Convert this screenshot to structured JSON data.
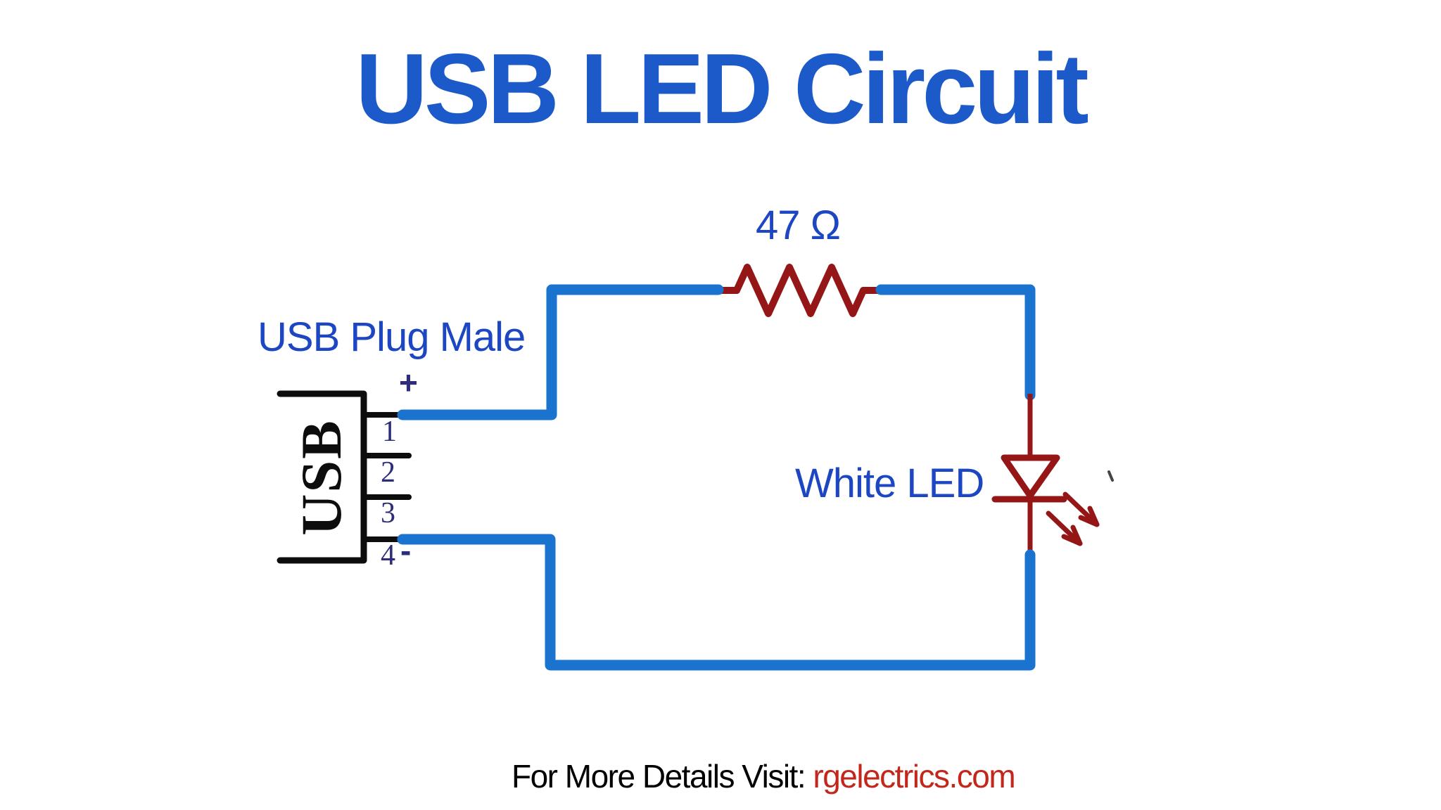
{
  "title": "USB LED Circuit",
  "labels": {
    "usb_plug": "USB Plug Male",
    "resistor_value": "47 Ω",
    "led": "White LED",
    "usb_box": "USB",
    "pin1": "1",
    "pin2": "2",
    "pin3": "3",
    "pin4": "4",
    "plus": "+",
    "minus": "-"
  },
  "footer": {
    "prefix": "For More Details Visit: ",
    "link": "rgelectrics.com"
  },
  "colors": {
    "title_blue": "#1C5ACA",
    "label_blue": "#1D46C2",
    "pin_navy": "#2D2D7C",
    "wire_blue": "#1A73CE",
    "component_red": "#951616",
    "ink_black": "#0D0D0D",
    "footer_red": "#C3261B",
    "background": "#FFFFFF"
  }
}
